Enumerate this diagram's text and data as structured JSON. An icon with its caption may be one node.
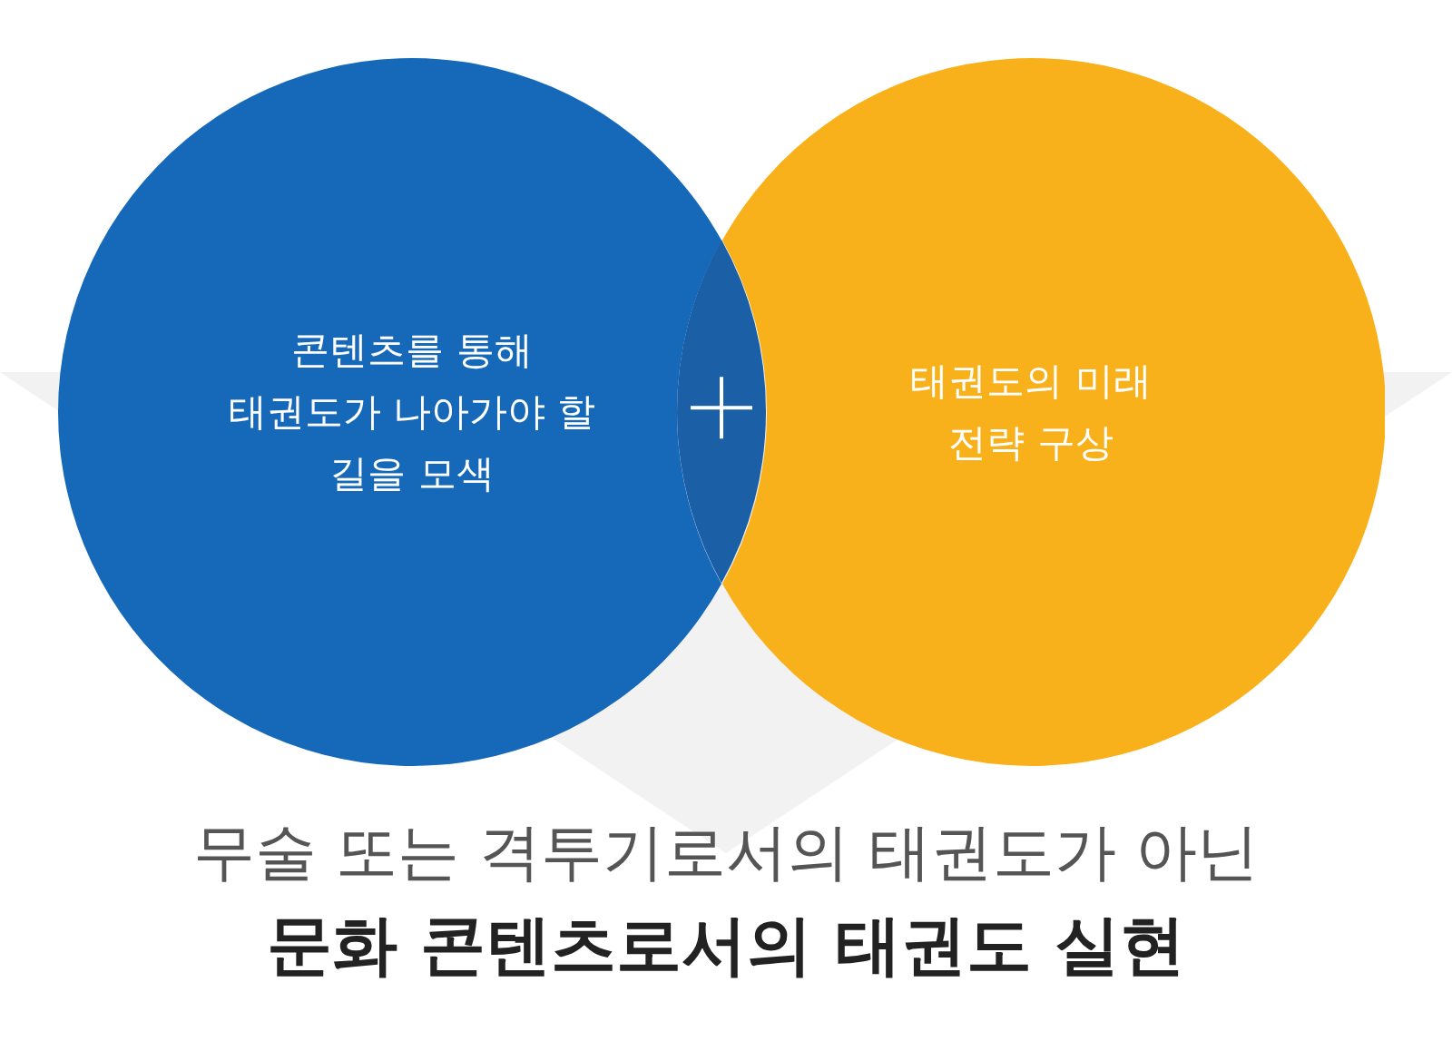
{
  "diagram": {
    "nodes": [
      {
        "text": [
          "콘텐츠를 통해 태권도가 나아가야 할 길을 모색"
        ]
      },
      {
        "text": [
          "태권도의 미래 전략 구상"
        ]
      }
    ],
    "labels": [
      "무술 또는 격투기로서의 태권도가 아닌",
      "문화 콘텐츠로서의 태권도 실현"
    ]
  }
}
